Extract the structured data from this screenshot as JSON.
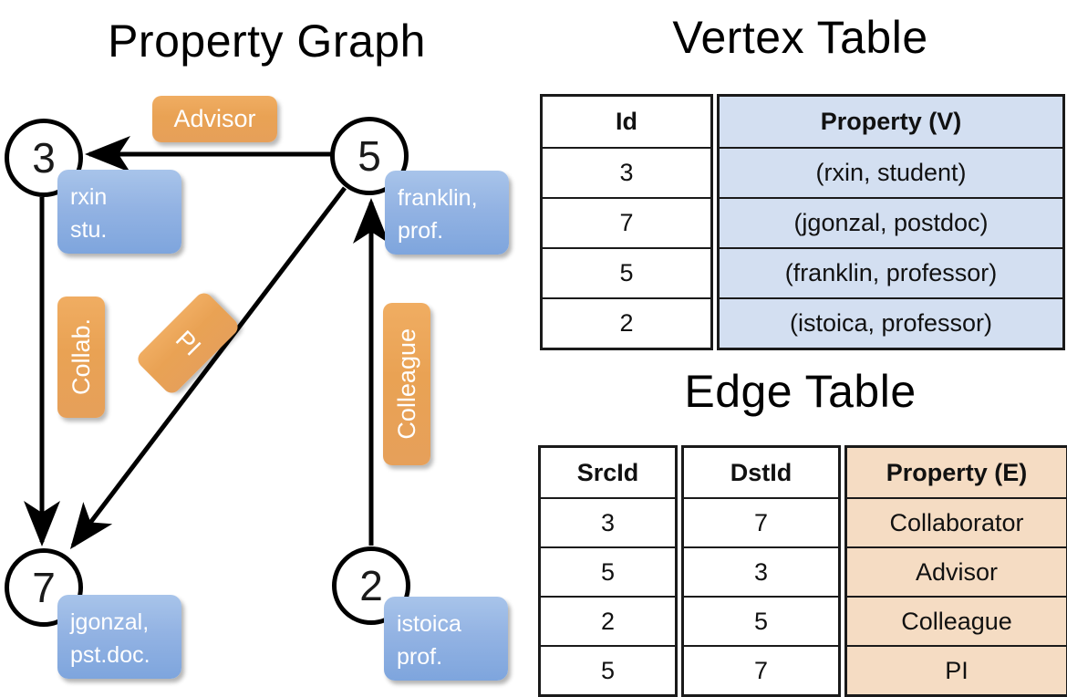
{
  "titles": {
    "property_graph": "Property Graph",
    "vertex_table": "Vertex Table",
    "edge_table": "Edge Table"
  },
  "graph": {
    "nodes": [
      {
        "id": "3",
        "property_lines": [
          "rxin",
          "stu."
        ]
      },
      {
        "id": "5",
        "property_lines": [
          "franklin,",
          "prof."
        ]
      },
      {
        "id": "7",
        "property_lines": [
          "jgonzal,",
          "pst.doc."
        ]
      },
      {
        "id": "2",
        "property_lines": [
          "istoica",
          "prof."
        ]
      }
    ],
    "edge_labels": [
      {
        "name": "advisor",
        "text": "Advisor"
      },
      {
        "name": "collab",
        "text": "Collab."
      },
      {
        "name": "pi",
        "text": "PI"
      },
      {
        "name": "colleague",
        "text": "Colleague"
      }
    ],
    "edges": [
      {
        "from": "5",
        "to": "3",
        "label": "Advisor"
      },
      {
        "from": "3",
        "to": "7",
        "label": "Collab."
      },
      {
        "from": "5",
        "to": "7",
        "label": "PI"
      },
      {
        "from": "2",
        "to": "5",
        "label": "Colleague"
      }
    ]
  },
  "vertex_table": {
    "headers": [
      "Id",
      "Property (V)"
    ],
    "rows": [
      {
        "id": "3",
        "property": "(rxin, student)"
      },
      {
        "id": "7",
        "property": "(jgonzal, postdoc)"
      },
      {
        "id": "5",
        "property": "(franklin, professor)"
      },
      {
        "id": "2",
        "property": "(istoica, professor)"
      }
    ]
  },
  "edge_table": {
    "headers": [
      "SrcId",
      "DstId",
      "Property (E)"
    ],
    "rows": [
      {
        "src": "3",
        "dst": "7",
        "property": "Collaborator"
      },
      {
        "src": "5",
        "dst": "3",
        "property": "Advisor"
      },
      {
        "src": "2",
        "dst": "5",
        "property": "Colleague"
      },
      {
        "src": "5",
        "dst": "7",
        "property": "PI"
      }
    ]
  },
  "colors": {
    "vertex_property_fill": "#d3dff1",
    "edge_property_fill": "#f5dcc3",
    "node_box_blue": "#93b3e3",
    "edge_label_orange": "#e9a254",
    "stroke": "#000000"
  }
}
